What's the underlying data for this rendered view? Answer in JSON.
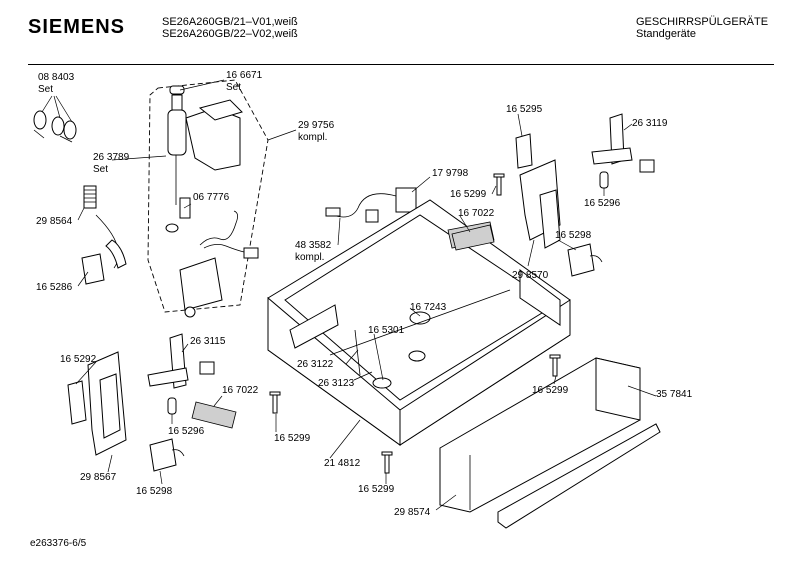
{
  "header": {
    "brand": "SIEMENS",
    "model_line_1": "SE26A260GB/21–V01,weiß",
    "model_line_2": "SE26A260GB/22–V02,weiß",
    "category": "GESCHIRRSPÜLGERÄTE",
    "subcategory": "Standgeräte"
  },
  "footer": {
    "drawing_id": "e263376-6/5"
  },
  "parts": [
    {
      "id": "p1",
      "number": "08 8403",
      "suffix": "Set"
    },
    {
      "id": "p2",
      "number": "16 6671",
      "suffix": "Set"
    },
    {
      "id": "p3",
      "number": "29 9756",
      "suffix": "kompl."
    },
    {
      "id": "p4",
      "number": "26 3789",
      "suffix": "Set"
    },
    {
      "id": "p5",
      "number": "06 7776",
      "suffix": ""
    },
    {
      "id": "p6",
      "number": "29 8564",
      "suffix": ""
    },
    {
      "id": "p7",
      "number": "16 5286",
      "suffix": ""
    },
    {
      "id": "p8",
      "number": "17 9798",
      "suffix": ""
    },
    {
      "id": "p9",
      "number": "48 3582",
      "suffix": "kompl."
    },
    {
      "id": "p10",
      "number": "16 5295",
      "suffix": ""
    },
    {
      "id": "p11",
      "number": "26 3119",
      "suffix": ""
    },
    {
      "id": "p12",
      "number": "16 5299",
      "suffix": ""
    },
    {
      "id": "p13",
      "number": "16 7022",
      "suffix": ""
    },
    {
      "id": "p14",
      "number": "16 5296",
      "suffix": ""
    },
    {
      "id": "p15",
      "number": "16 5298",
      "suffix": ""
    },
    {
      "id": "p16",
      "number": "29 8570",
      "suffix": ""
    },
    {
      "id": "p17",
      "number": "16 7243",
      "suffix": ""
    },
    {
      "id": "p18",
      "number": "16 5301",
      "suffix": ""
    },
    {
      "id": "p19",
      "number": "26 3122",
      "suffix": ""
    },
    {
      "id": "p20",
      "number": "26 3123",
      "suffix": ""
    },
    {
      "id": "p21",
      "number": "16 5292",
      "suffix": ""
    },
    {
      "id": "p22",
      "number": "26 3115",
      "suffix": ""
    },
    {
      "id": "p23",
      "number": "16 7022",
      "suffix": ""
    },
    {
      "id": "p24",
      "number": "16 5296",
      "suffix": ""
    },
    {
      "id": "p25",
      "number": "16 5299",
      "suffix": ""
    },
    {
      "id": "p26",
      "number": "29 8567",
      "suffix": ""
    },
    {
      "id": "p27",
      "number": "16 5298",
      "suffix": ""
    },
    {
      "id": "p28",
      "number": "21 4812",
      "suffix": ""
    },
    {
      "id": "p29",
      "number": "16 5299",
      "suffix": ""
    },
    {
      "id": "p30",
      "number": "16 5299",
      "suffix": ""
    },
    {
      "id": "p31",
      "number": "35 7841",
      "suffix": ""
    },
    {
      "id": "p32",
      "number": "29 8574",
      "suffix": ""
    }
  ]
}
